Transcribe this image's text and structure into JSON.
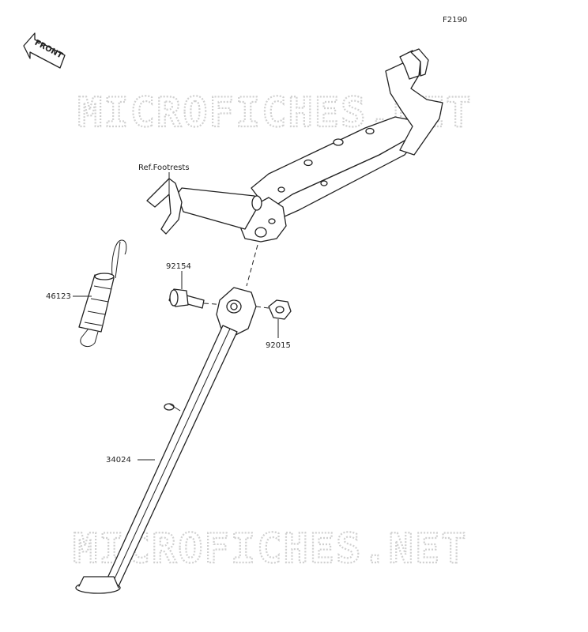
{
  "diagram_code": "F2190",
  "front_arrow_label": "FRONT",
  "watermark": "MICROFICHES.NET",
  "callouts": {
    "ref_footrests": "Ref.Footrests",
    "spring": "46123",
    "bolt": "92154",
    "nut": "92015",
    "stand": "34024"
  }
}
